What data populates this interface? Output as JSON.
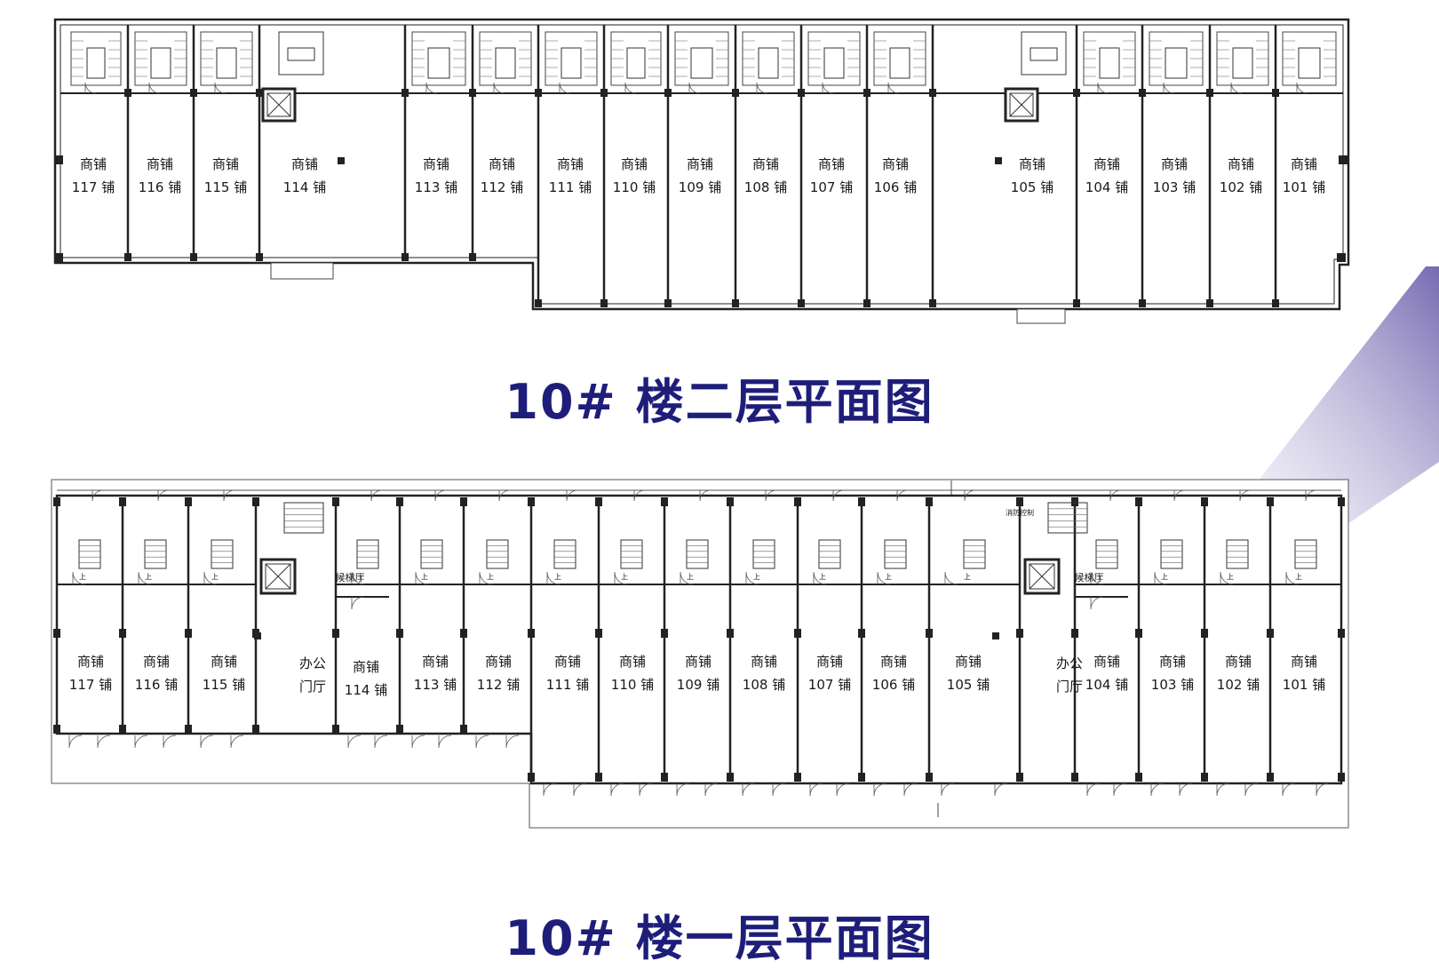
{
  "colors": {
    "title": "#1e1e7a",
    "wall": "#222222",
    "accent_band": "#7f74b8"
  },
  "titles": {
    "top": "10# 楼二层平面图",
    "bottom": "10# 楼一层平面图"
  },
  "unit_label": "商铺",
  "labels": {
    "office": [
      "办公",
      "门厅"
    ],
    "elevator_lobby": "候梯厅",
    "fire_room": "消防控制",
    "stair_up": "上"
  },
  "floor2": {
    "units": [
      "117 铺",
      "116 铺",
      "115 铺",
      "114 铺",
      "113 铺",
      "112 铺",
      "111 铺",
      "110 铺",
      "109 铺",
      "108 铺",
      "107 铺",
      "106 铺",
      "105 铺",
      "104 铺",
      "103 铺",
      "102 铺",
      "101 铺"
    ]
  },
  "floor1": {
    "units": [
      "117 铺",
      "116 铺",
      "115 铺",
      "114 铺",
      "113 铺",
      "112 铺",
      "111 铺",
      "110 铺",
      "109 铺",
      "108 铺",
      "107 铺",
      "106 铺",
      "105 铺",
      "104 铺",
      "103 铺",
      "102 铺",
      "101 铺"
    ]
  }
}
